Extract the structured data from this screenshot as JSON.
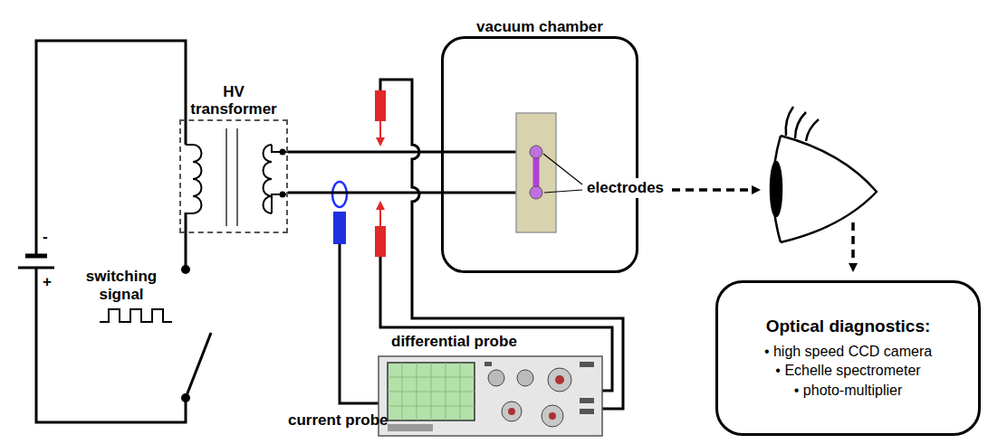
{
  "diagram": {
    "nodes": [
      {
        "text": [
          "HV transformer"
        ]
      },
      {
        "text": [
          "vacuum chamber"
        ]
      },
      {
        "text": [
          "Optical diagnostics:",
          "• high speed CCD camera",
          "• Echelle spectrometer",
          "• photo-multiplier"
        ]
      }
    ],
    "edges": [
      {
        "from": 0,
        "to": 1,
        "arrow": "none"
      },
      {
        "from": 0,
        "to": 1,
        "arrow": "none"
      }
    ],
    "labels": [
      "-",
      "+",
      "switching signal",
      "electrodes",
      "differential probe",
      "current probe"
    ]
  }
}
